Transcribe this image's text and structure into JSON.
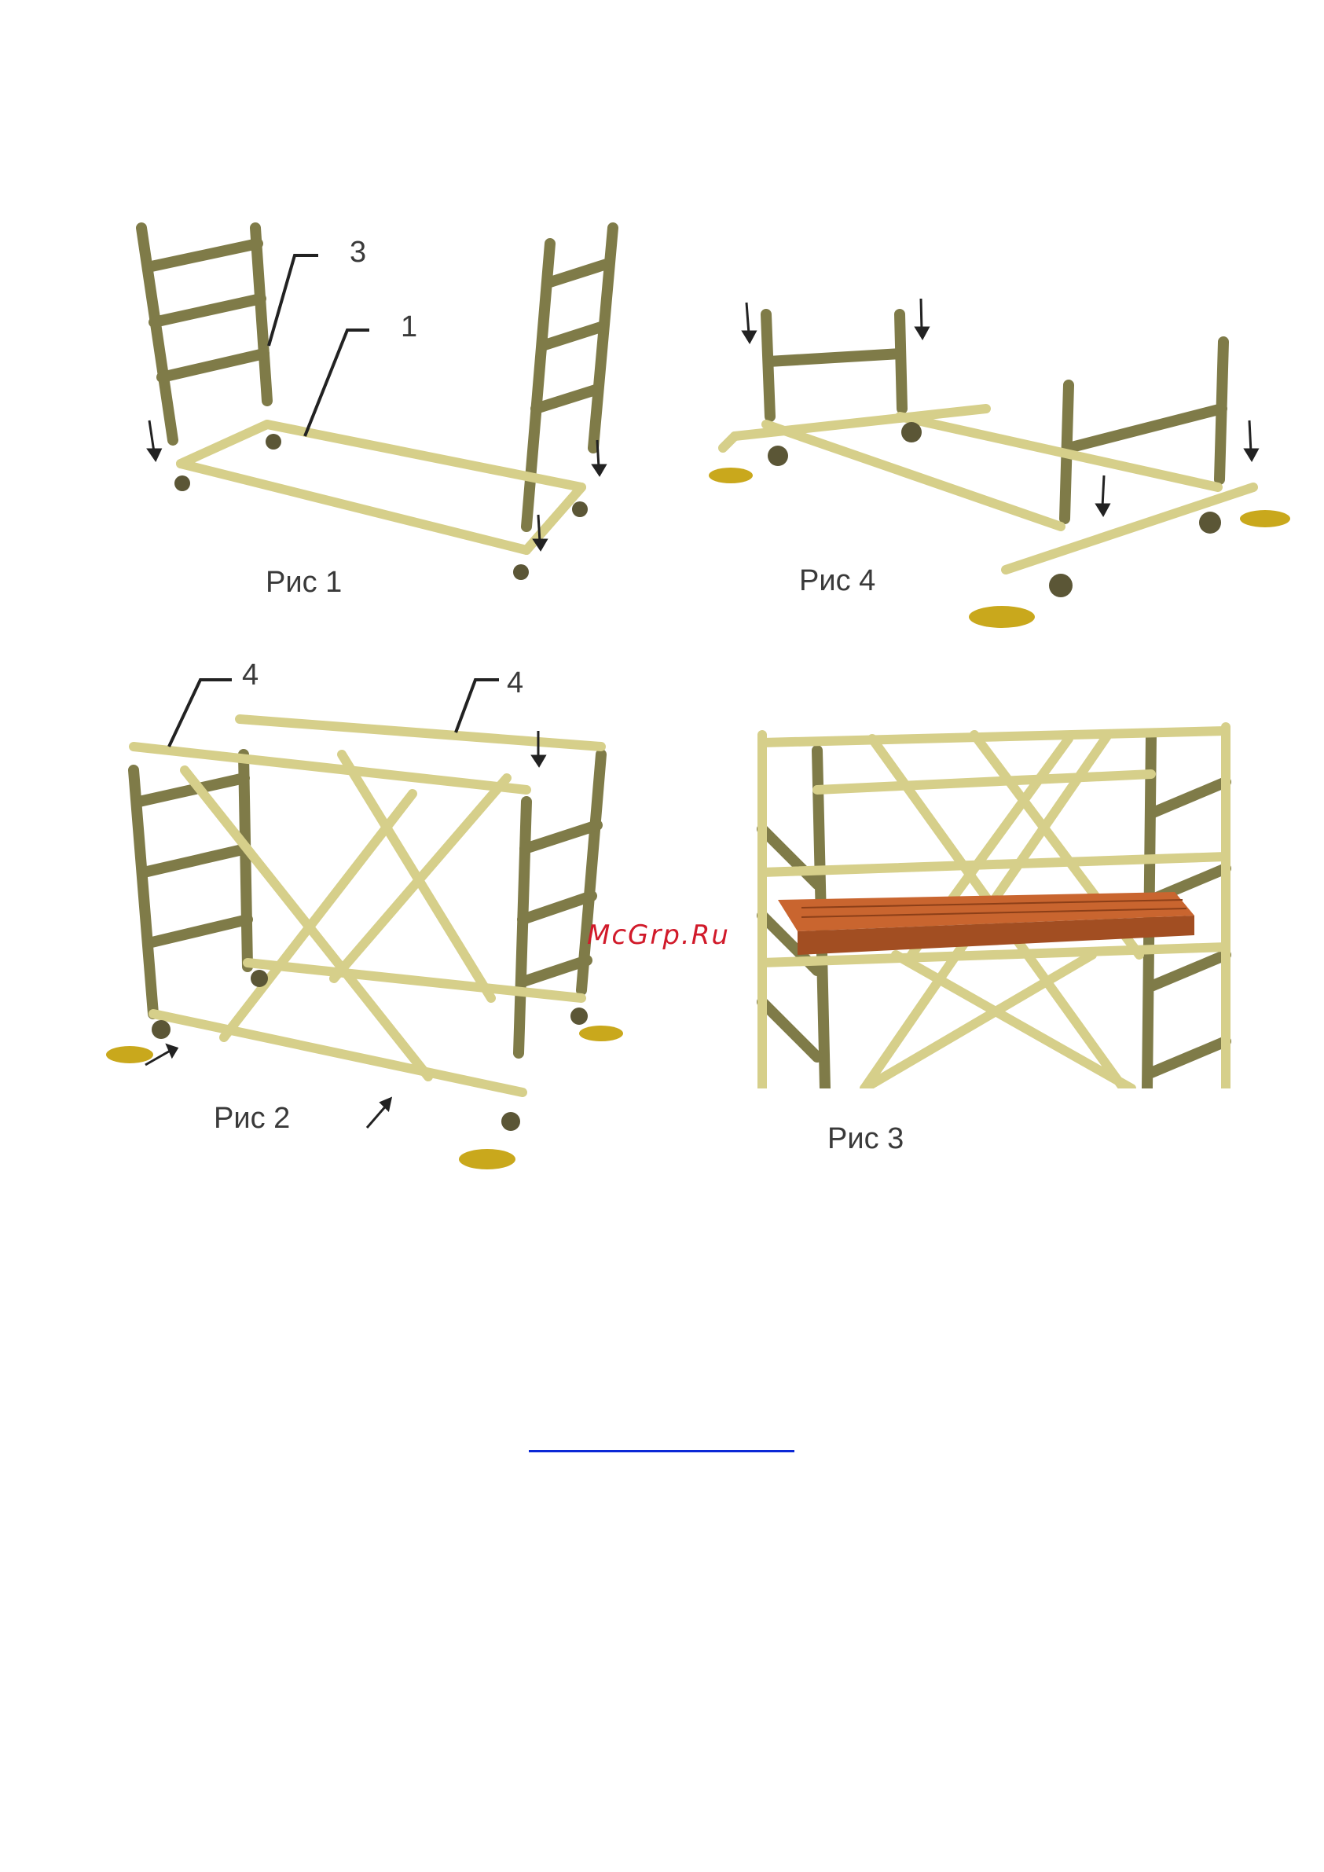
{
  "figures": {
    "fig1": {
      "caption": "Рис 1",
      "labels": [
        "3",
        "1"
      ]
    },
    "fig4": {
      "caption": "Рис 4"
    },
    "fig2": {
      "caption": "Рис 2",
      "labels": [
        "4",
        "4"
      ]
    },
    "fig3": {
      "caption": "Рис 3"
    }
  },
  "watermark": "McGrp.Ru",
  "colors": {
    "frame": "#d6cf8a",
    "frame_dark": "#8a8650",
    "plate": "#c9a81c",
    "deck": "#c9652f",
    "link": "#0b28d6",
    "watermark": "#d11a2a"
  }
}
